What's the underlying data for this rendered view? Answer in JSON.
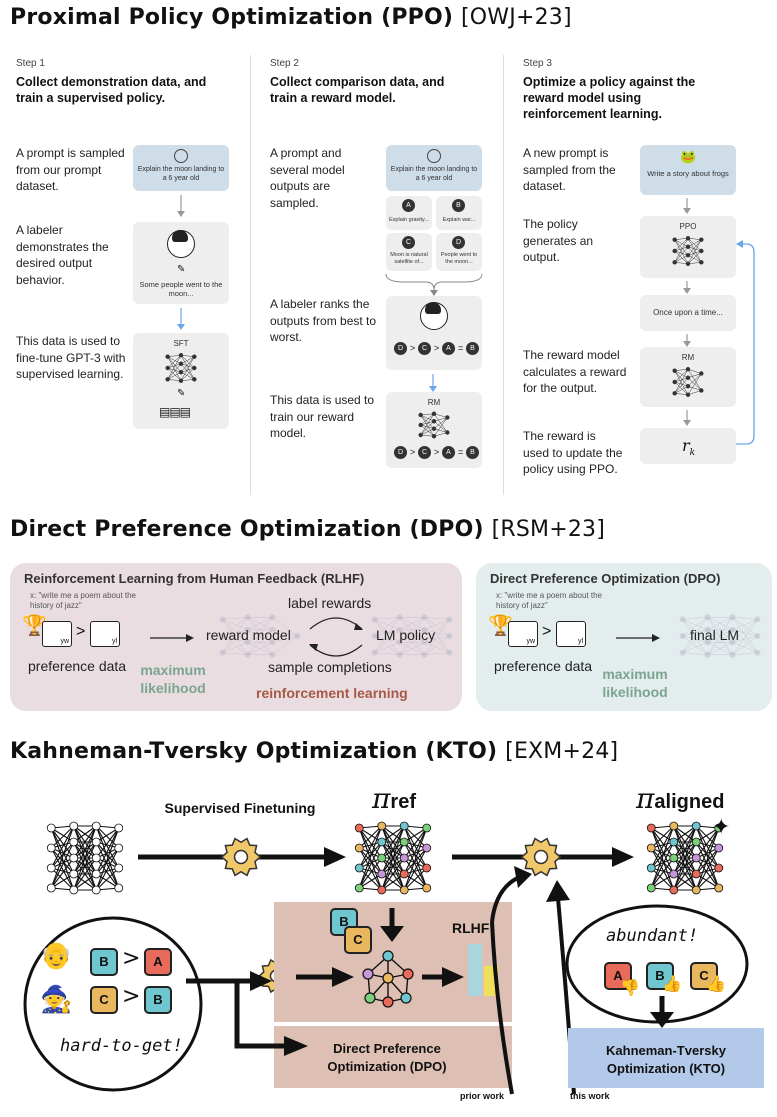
{
  "ppo": {
    "title": "Proximal Policy Optimization (PPO)",
    "cite": "[OWJ+23]",
    "steps": [
      {
        "label": "Step 1",
        "heading": "Collect demonstration data, and train a supervised policy.",
        "descs": [
          "A prompt is sampled from our prompt dataset.",
          "A labeler demonstrates the desired output behavior.",
          "This data is used to fine-tune GPT-3 with supervised learning."
        ],
        "prompt_card": "Explain the moon landing to a 6 year old",
        "demo_card": "Some people went to the moon...",
        "net_label": "SFT"
      },
      {
        "label": "Step 2",
        "heading": "Collect comparison data, and train a reward model.",
        "descs": [
          "A prompt and several model outputs are sampled.",
          "A labeler ranks the outputs from best to worst.",
          "This data is used to train our reward model."
        ],
        "prompt_card": "Explain the moon landing to a 6 year old",
        "outputs": [
          {
            "letter": "A",
            "text": "Explain gravity..."
          },
          {
            "letter": "B",
            "text": "Explain war..."
          },
          {
            "letter": "C",
            "text": "Moon is natural satellite of..."
          },
          {
            "letter": "D",
            "text": "People went to the moon..."
          }
        ],
        "ranking": [
          "D",
          "C",
          "A",
          "B"
        ],
        "ranking_ops": [
          ">",
          ">",
          "="
        ],
        "net_label": "RM"
      },
      {
        "label": "Step 3",
        "heading": "Optimize a policy against the reward model using reinforcement learning.",
        "descs": [
          "A new prompt is sampled from the dataset.",
          "The policy generates an output.",
          "The reward model calculates a reward for the output.",
          "The reward is used to update the policy using PPO."
        ],
        "prompt_card": "Write a story about frogs",
        "policy_label": "PPO",
        "output_card": "Once upon a time...",
        "rm_label": "RM",
        "reward_symbol": "r",
        "reward_sub": "k"
      }
    ]
  },
  "dpo": {
    "title": "Direct Preference Optimization (DPO)",
    "cite": "[RSM+23]",
    "rlhf_panel": {
      "title": "Reinforcement Learning from Human Feedback (RLHF)",
      "prompt": "x: \"write me a poem about the history of jazz\"",
      "win_sub": "yw",
      "lose_sub": "yl",
      "gt": ">",
      "pref_label": "preference data",
      "ml_label": "maximum likelihood",
      "reward_model": "reward model",
      "label_rewards": "label rewards",
      "lm_policy": "LM policy",
      "sample_completions": "sample completions",
      "rl_label": "reinforcement learning"
    },
    "dpo_panel": {
      "title": "Direct Preference Optimization (DPO)",
      "prompt": "x: \"write me a poem about the history of jazz\"",
      "win_sub": "yw",
      "lose_sub": "yl",
      "gt": ">",
      "pref_label": "preference data",
      "final_lm": "final LM",
      "ml_label": "maximum likelihood"
    }
  },
  "kto": {
    "title": "Kahneman-Tversky Optimization (KTO)",
    "cite": "[EXM+24]",
    "sft_label": "Supervised Finetuning",
    "pi": "π",
    "ref_sub": "ref",
    "aligned_sub": "aligned",
    "rlhf_label": "RLHF",
    "dpo_label": "Direct Preference Optimization (DPO)",
    "kto_label": "Kahneman-Tversky Optimization (KTO)",
    "hard_label": "hard-to-get!",
    "abundant_label": "abundant!",
    "prior_work": "prior work",
    "this_work": "this work",
    "pairs": [
      [
        "B",
        ">",
        "A"
      ],
      [
        "C",
        ">",
        "B"
      ]
    ],
    "stack": [
      "B",
      "C"
    ],
    "thumbs": [
      "A",
      "B",
      "C"
    ],
    "colors": {
      "pink": "#ddbfb3",
      "blue": "#b3c9ea",
      "b": "#6fc6cf",
      "a": "#e86a5a",
      "c": "#e9b85e"
    }
  }
}
